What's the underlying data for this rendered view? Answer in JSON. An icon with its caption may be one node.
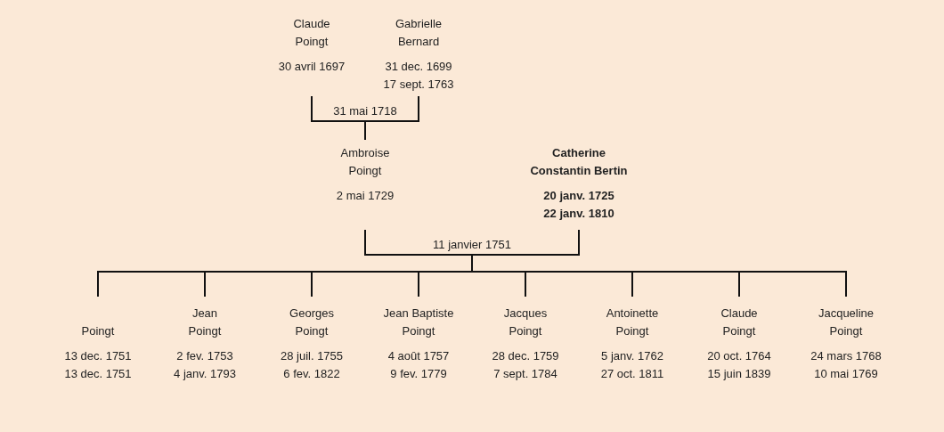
{
  "diagram": {
    "nodes": [
      {
        "text": [
          "Claude Poingt",
          "30 avril 1697"
        ]
      },
      {
        "text": [
          "Gabrielle Bernard",
          "31 dec. 1699",
          "17 sept. 1763"
        ]
      },
      {
        "text": [
          "Ambroise Poingt",
          "2 mai 1729"
        ]
      },
      {
        "text": [
          "Catherine Constantin Bertin",
          "20 janv. 1725",
          "22 janv. 1810"
        ]
      },
      {
        "text": [
          "Poingt",
          "13 dec. 1751",
          "13 dec. 1751"
        ]
      },
      {
        "text": [
          "Jean Poingt",
          "2 fev. 1753",
          "4 janv. 1793"
        ]
      },
      {
        "text": [
          "Georges Poingt",
          "28 juil. 1755",
          "6 fev. 1822"
        ]
      },
      {
        "text": [
          "Jean Baptiste Poingt",
          "4 août 1757",
          "9 fev. 1779"
        ]
      },
      {
        "text": [
          "Jacques Poingt",
          "28 dec. 1759",
          "7 sept. 1784"
        ]
      },
      {
        "text": [
          "Antoinette Poingt",
          "5 janv. 1762",
          "27 oct. 1811"
        ]
      },
      {
        "text": [
          "Claude Poingt",
          "20 oct. 1764",
          "15 juin 1839"
        ]
      },
      {
        "text": [
          "Jacqueline Poingt",
          "24 mars 1768",
          "10 mai 1769"
        ]
      }
    ],
    "edges": [
      {
        "from": 0,
        "to": 2,
        "arrow": "none"
      },
      {
        "from": 1,
        "to": 2,
        "arrow": "none"
      },
      {
        "from": 2,
        "to": 4,
        "arrow": "none"
      },
      {
        "from": 3,
        "to": 4,
        "arrow": "none"
      },
      {
        "from": 2,
        "to": 5,
        "arrow": "none"
      },
      {
        "from": 3,
        "to": 5,
        "arrow": "none"
      },
      {
        "from": 2,
        "to": 6,
        "arrow": "none"
      },
      {
        "from": 3,
        "to": 6,
        "arrow": "none"
      },
      {
        "from": 2,
        "to": 7,
        "arrow": "none"
      },
      {
        "from": 3,
        "to": 7,
        "arrow": "none"
      },
      {
        "from": 2,
        "to": 8,
        "arrow": "none"
      },
      {
        "from": 3,
        "to": 8,
        "arrow": "none"
      },
      {
        "from": 2,
        "to": 9,
        "arrow": "none"
      },
      {
        "from": 3,
        "to": 9,
        "arrow": "none"
      },
      {
        "from": 2,
        "to": 10,
        "arrow": "none"
      },
      {
        "from": 3,
        "to": 10,
        "arrow": "none"
      },
      {
        "from": 2,
        "to": 11,
        "arrow": "none"
      },
      {
        "from": 3,
        "to": 11,
        "arrow": "none"
      }
    ],
    "labels": [
      "31 mai 1718",
      "11 janvier 1751"
    ]
  }
}
